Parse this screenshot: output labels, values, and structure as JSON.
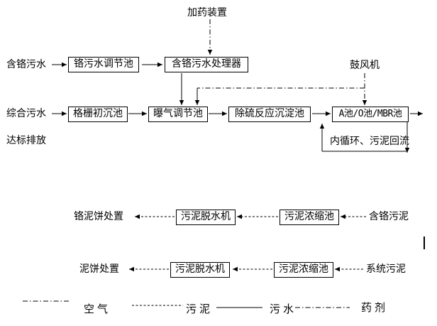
{
  "nodes": {
    "dosing_device": "加药装置",
    "chrome_wastewater": "含铬污水",
    "chrome_regulating_tank": "铬污水调节池",
    "chrome_treatment_unit": "含铬污水处理器",
    "blower": "鼓风机",
    "mixed_wastewater": "综合污水",
    "grille_primary_tank": "格栅初沉池",
    "aeration_regulating_tank": "曝气调节池",
    "desulfurization_tank": "除硫反应沉淀池",
    "ao_mbr_tank": "A池/O池/MBR池",
    "internal_recycle": "内循环、污泥回流",
    "discharge": "达标排放",
    "chrome_sludge_thickener": "污泥浓缩池",
    "chrome_sludge_dewatering": "污泥脱水机",
    "chrome_sludge_cake": "铬泥饼处置",
    "chrome_sludge": "含铬污泥",
    "system_sludge": "系统污泥",
    "system_sludge_thickener": "污泥浓缩池",
    "system_sludge_dewatering": "污泥脱水机",
    "sludge_cake": "泥饼处置"
  },
  "legend": {
    "air": "空气",
    "sludge": "污泥",
    "wastewater": "污水",
    "chemical": "药剂"
  }
}
